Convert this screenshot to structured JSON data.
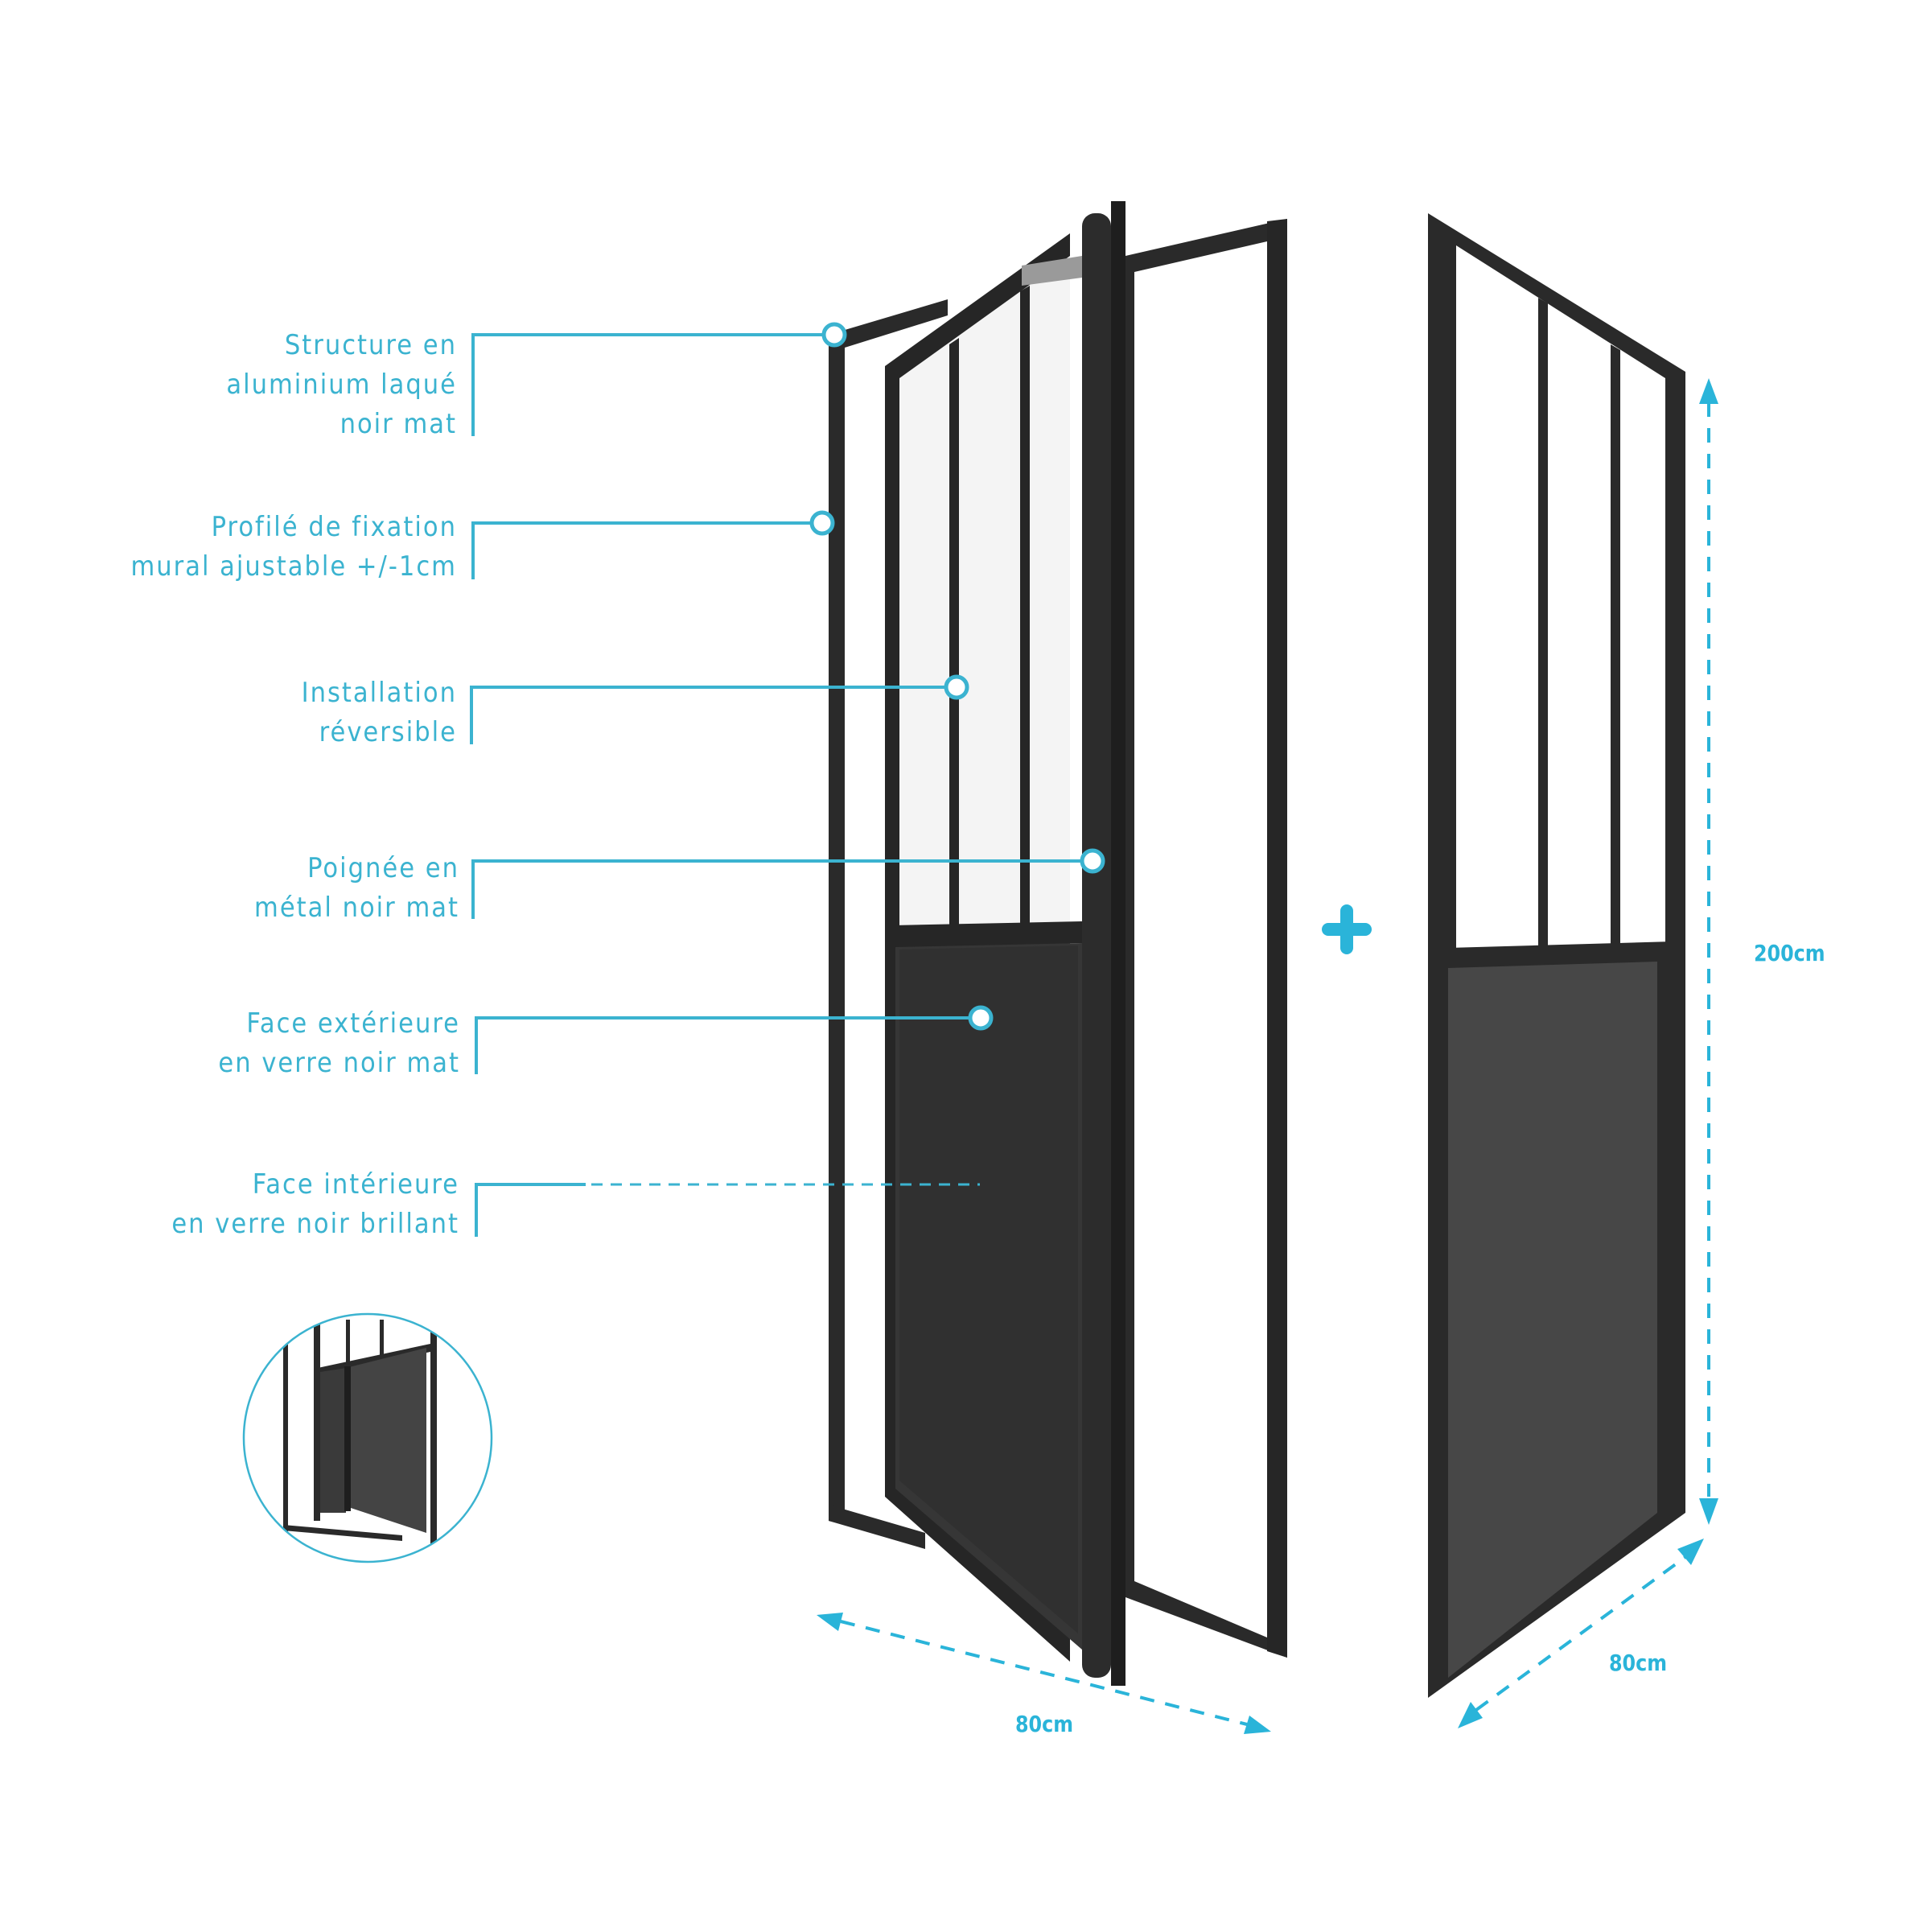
{
  "callouts": [
    {
      "id": "structure",
      "lines": [
        "Structure en",
        "aluminium laqué",
        "noir mat"
      ]
    },
    {
      "id": "profile",
      "lines": [
        "Profilé de fixation",
        "mural ajustable +/-1cm"
      ]
    },
    {
      "id": "installation",
      "lines": [
        "Installation",
        "réversible"
      ]
    },
    {
      "id": "handle",
      "lines": [
        "Poignée en",
        "métal noir mat"
      ]
    },
    {
      "id": "outer-face",
      "lines": [
        "Face extérieure",
        "en verre noir mat"
      ]
    },
    {
      "id": "inner-face",
      "lines": [
        "Face intérieure",
        "en verre noir brillant"
      ]
    }
  ],
  "dimensions": {
    "height": "200cm",
    "width_left": "80cm",
    "width_right": "80cm"
  },
  "plus_icon": "plus-icon",
  "colors": {
    "accent": "#3bb3d0",
    "frame": "#2a2a2a",
    "panel": "#3a3a3a",
    "panel_light": "#474747"
  }
}
